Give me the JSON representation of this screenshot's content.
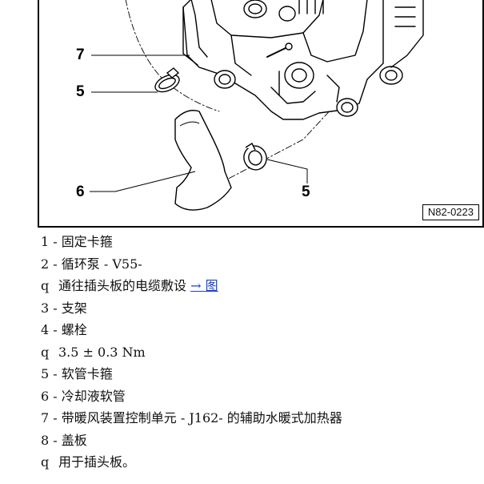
{
  "figure": {
    "code": "N82-0223",
    "callouts": [
      "7",
      "5",
      "6",
      "5"
    ]
  },
  "legend": [
    {
      "kind": "item",
      "number": "1",
      "text": "固定卡箍"
    },
    {
      "kind": "item",
      "number": "2",
      "text": "循环泵 - V55-"
    },
    {
      "kind": "bullet",
      "mark": "q",
      "text": "通往插头板的电缆敷设",
      "link": "→ 图"
    },
    {
      "kind": "item",
      "number": "3",
      "text": "支架"
    },
    {
      "kind": "item",
      "number": "4",
      "text": "螺栓"
    },
    {
      "kind": "bullet",
      "mark": "q",
      "text": "3.5 ± 0.3 Nm"
    },
    {
      "kind": "item",
      "number": "5",
      "text": "软管卡箍"
    },
    {
      "kind": "item",
      "number": "6",
      "text": "冷却液软管"
    },
    {
      "kind": "item",
      "number": "7",
      "text": "带暖风装置控制单元 - J162- 的辅助水暖式加热器"
    },
    {
      "kind": "item",
      "number": "8",
      "text": "盖板"
    },
    {
      "kind": "bullet",
      "mark": "q",
      "text": "用于插头板。"
    }
  ]
}
